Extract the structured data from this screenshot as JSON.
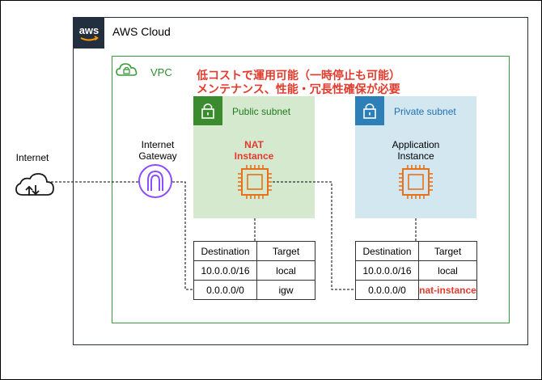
{
  "aws_cloud": {
    "title": "AWS Cloud",
    "logo_text": "aws"
  },
  "vpc": {
    "title": "VPC"
  },
  "notes": [
    "低コストで運用可能（一時停止も可能）",
    "メンテナンス、性能・冗長性確保が必要"
  ],
  "internet": {
    "label": "Internet"
  },
  "internet_gateway": {
    "label_line1": "Internet",
    "label_line2": "Gateway"
  },
  "public_subnet": {
    "title": "Public subnet",
    "instance_line1": "NAT",
    "instance_line2": "Instance"
  },
  "private_subnet": {
    "title": "Private subnet",
    "instance_line1": "Application",
    "instance_line2": "Instance"
  },
  "public_route_table": {
    "headers": [
      "Destination",
      "Target"
    ],
    "rows": [
      [
        "10.0.0.0/16",
        "local"
      ],
      [
        "0.0.0.0/0",
        "igw"
      ]
    ]
  },
  "private_route_table": {
    "headers": [
      "Destination",
      "Target"
    ],
    "rows": [
      [
        "10.0.0.0/16",
        "local"
      ],
      [
        "0.0.0.0/0",
        "nat-instance"
      ]
    ]
  },
  "colors": {
    "vpc_green": "#3a9b3a",
    "public_subnet_bg": "#d5e9cf",
    "private_subnet_bg": "#d3e7f1",
    "instance_orange": "#e8701a",
    "igw_purple": "#8c4fff",
    "highlight_red": "#e23b2e",
    "aws_dark": "#232f3e"
  }
}
